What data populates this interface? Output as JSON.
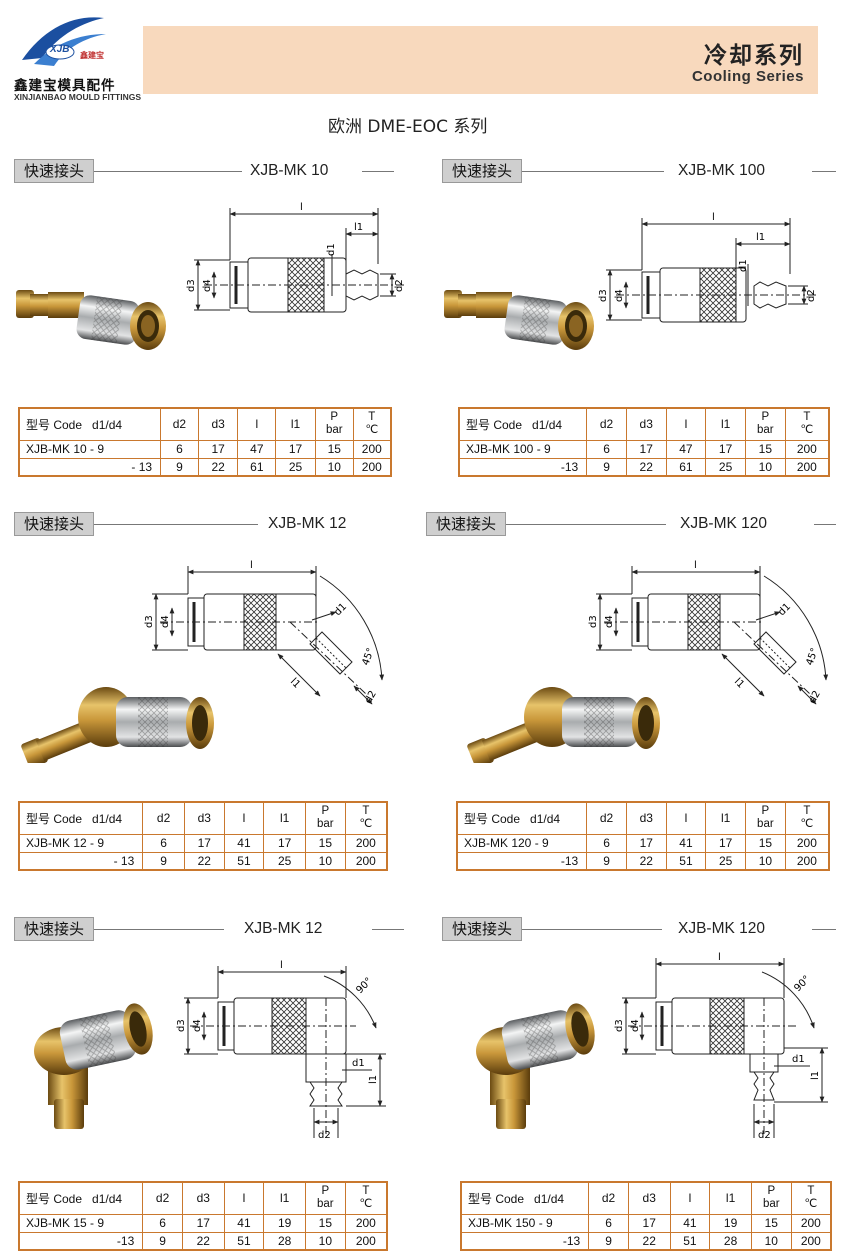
{
  "header": {
    "logo_mark": "XJB",
    "logo_mark_cn": "鑫建宝",
    "company_cn": "鑫建宝模具配件",
    "company_en": "XINJIANBAO MOULD FITTINGS",
    "category_cn": "冷却系列",
    "category_en": "Cooling Series",
    "page_title": "欧洲 DME-EOC 系列"
  },
  "colors": {
    "banner": "#f8d9bd",
    "table_border": "#c9782e",
    "tag_bg": "#cfcfcf",
    "brass": "#b8862f",
    "chrome": "#bfc2c4",
    "logo_blue": "#1b4fa0"
  },
  "icons": [
    "logo-swoosh-icon",
    "straight-coupling-drawing",
    "angled-45-coupling-drawing",
    "elbow-90-coupling-drawing"
  ],
  "table_headers": {
    "code": "型号 Code",
    "d1d4": "d1/d4",
    "d2": "d2",
    "d3": "d3",
    "l": "l",
    "l1": "l1",
    "p_top": "P",
    "p_bot": "bar",
    "t_top": "T",
    "t_bot": "℃"
  },
  "dim_labels": {
    "l": "l",
    "l1": "l1",
    "d1": "d1",
    "d2": "d2",
    "d3": "d3",
    "d4": "d4",
    "angle45": "45°",
    "angle90": "90°"
  },
  "sections": [
    {
      "tag": "快速接头",
      "model": "XJB-MK 10",
      "rows": [
        [
          "XJB-MK 10 - 9",
          "6",
          "17",
          "47",
          "17",
          "15",
          "200"
        ],
        [
          "- 13",
          "9",
          "22",
          "61",
          "25",
          "10",
          "200"
        ]
      ]
    },
    {
      "tag": "快速接头",
      "model": "XJB-MK 100",
      "rows": [
        [
          "XJB-MK 100 - 9",
          "6",
          "17",
          "47",
          "17",
          "15",
          "200"
        ],
        [
          "-13",
          "9",
          "22",
          "61",
          "25",
          "10",
          "200"
        ]
      ]
    },
    {
      "tag": "快速接头",
      "model": "XJB-MK 12",
      "rows": [
        [
          "XJB-MK 12 - 9",
          "6",
          "17",
          "41",
          "17",
          "15",
          "200"
        ],
        [
          "- 13",
          "9",
          "22",
          "51",
          "25",
          "10",
          "200"
        ]
      ]
    },
    {
      "tag": "快速接头",
      "model": "XJB-MK 120",
      "rows": [
        [
          "XJB-MK 120 - 9",
          "6",
          "17",
          "41",
          "17",
          "15",
          "200"
        ],
        [
          "-13",
          "9",
          "22",
          "51",
          "25",
          "10",
          "200"
        ]
      ]
    },
    {
      "tag": "快速接头",
      "model": "XJB-MK 12",
      "rows": [
        [
          "XJB-MK 15 - 9",
          "6",
          "17",
          "41",
          "19",
          "15",
          "200"
        ],
        [
          "-13",
          "9",
          "22",
          "51",
          "28",
          "10",
          "200"
        ]
      ]
    },
    {
      "tag": "快速接头",
      "model": "XJB-MK 120",
      "rows": [
        [
          "XJB-MK 150 - 9",
          "6",
          "17",
          "41",
          "19",
          "15",
          "200"
        ],
        [
          "-13",
          "9",
          "22",
          "51",
          "28",
          "10",
          "200"
        ]
      ]
    }
  ]
}
